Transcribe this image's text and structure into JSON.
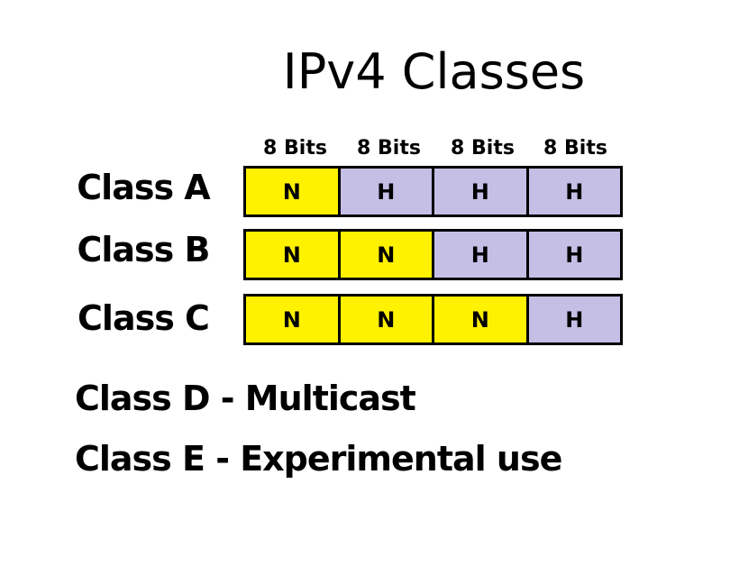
{
  "title": "IPv4 Classes",
  "bits_headers": [
    "8 Bits",
    "8 Bits",
    "8 Bits",
    "8 Bits"
  ],
  "classes": [
    {
      "label": "Class A",
      "cells": [
        "N",
        "H",
        "H",
        "H"
      ]
    },
    {
      "label": "Class B",
      "cells": [
        "N",
        "N",
        "H",
        "H"
      ]
    },
    {
      "label": "Class C",
      "cells": [
        "N",
        "N",
        "N",
        "H"
      ]
    }
  ],
  "notes": [
    "Class D - Multicast",
    "Class E - Experimental use"
  ],
  "colors": {
    "network": "#FFF200",
    "host": "#C5BFE6",
    "border": "#000000"
  }
}
